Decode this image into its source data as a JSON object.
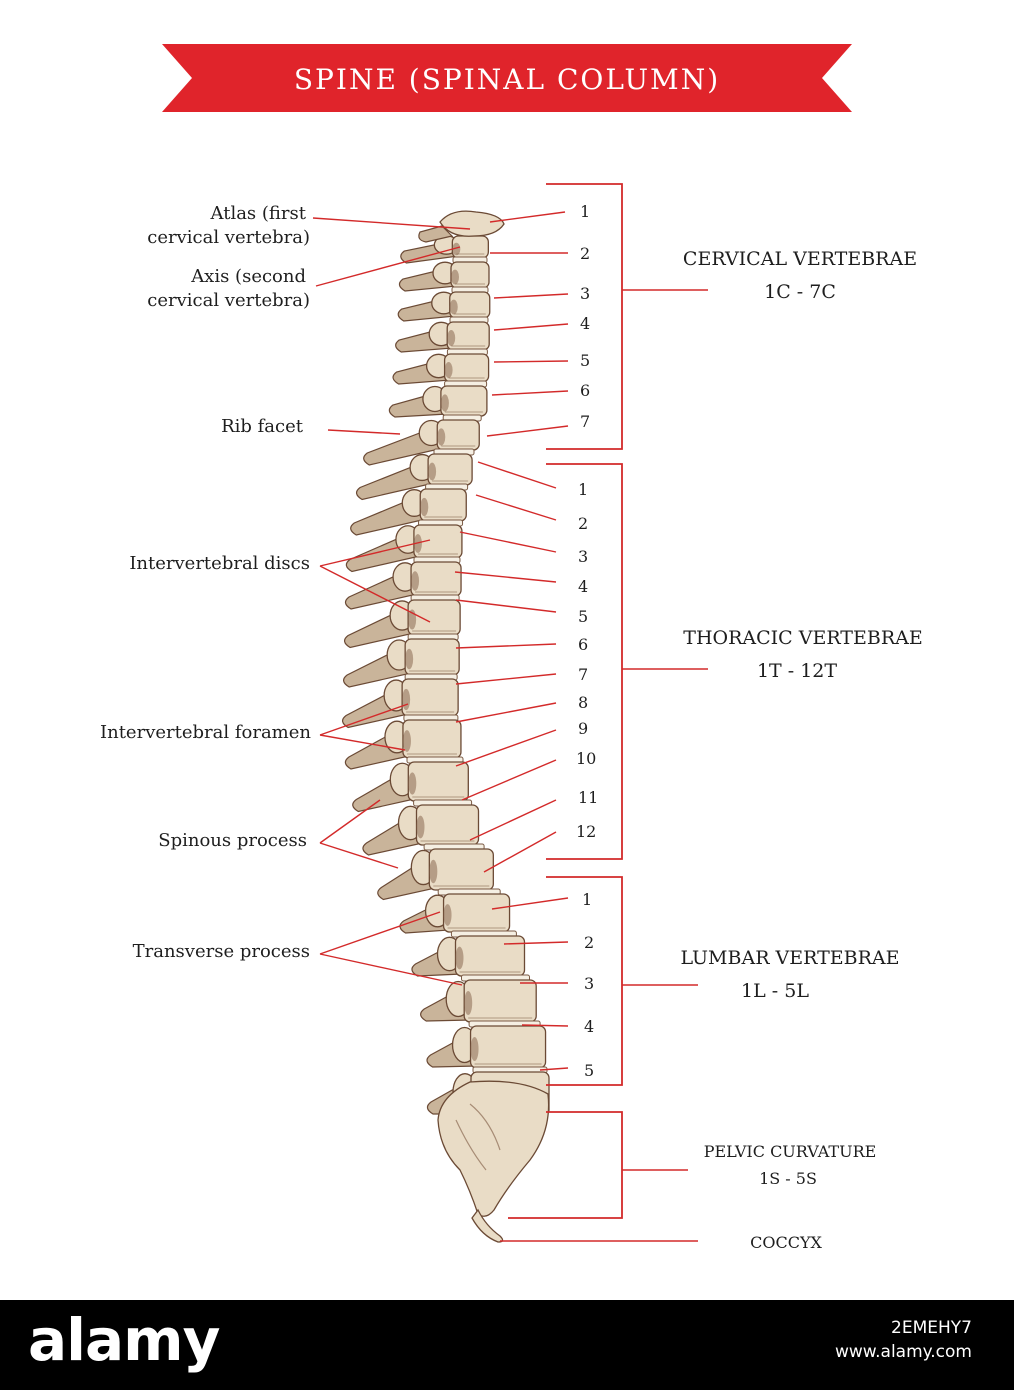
{
  "banner": {
    "title": "SPINE (SPINAL COLUMN)",
    "color": "#e0242b"
  },
  "left_labels": [
    {
      "lines": [
        "Atlas (first",
        "cervical vertebra)"
      ]
    },
    {
      "lines": [
        "Axis (second",
        "cervical vertebra)"
      ]
    },
    {
      "lines": [
        "Rib facet"
      ]
    },
    {
      "lines": [
        "Intervertebral discs"
      ]
    },
    {
      "lines": [
        "Intervertebral foramen"
      ]
    },
    {
      "lines": [
        "Spinous process"
      ]
    },
    {
      "lines": [
        "Transverse process"
      ]
    }
  ],
  "cervical_numbers": [
    "1",
    "2",
    "3",
    "4",
    "5",
    "6",
    "7"
  ],
  "thoracic_numbers": [
    "1",
    "2",
    "3",
    "4",
    "5",
    "6",
    "7",
    "8",
    "9",
    "10",
    "11",
    "12"
  ],
  "lumbar_numbers": [
    "1",
    "2",
    "3",
    "4",
    "5"
  ],
  "sections": [
    {
      "name": "CERVICAL VERTEBRAE",
      "range": "1C - 7C"
    },
    {
      "name": "THORACIC VERTEBRAE",
      "range": "1T - 12T"
    },
    {
      "name": "LUMBAR VERTEBRAE",
      "range": "1L - 5L"
    },
    {
      "name": "PELVIC CURVATURE",
      "range": "1S - 5S"
    },
    {
      "name": "COCCYX",
      "range": ""
    }
  ],
  "footer": {
    "logo": "alamy",
    "image_id": "2EMEHY7",
    "site": "www.alamy.com"
  },
  "colors": {
    "leader": "#d32a2a",
    "bone": "#e9dcc6",
    "outline": "#6b4a35",
    "footer_bg": "#000000"
  }
}
